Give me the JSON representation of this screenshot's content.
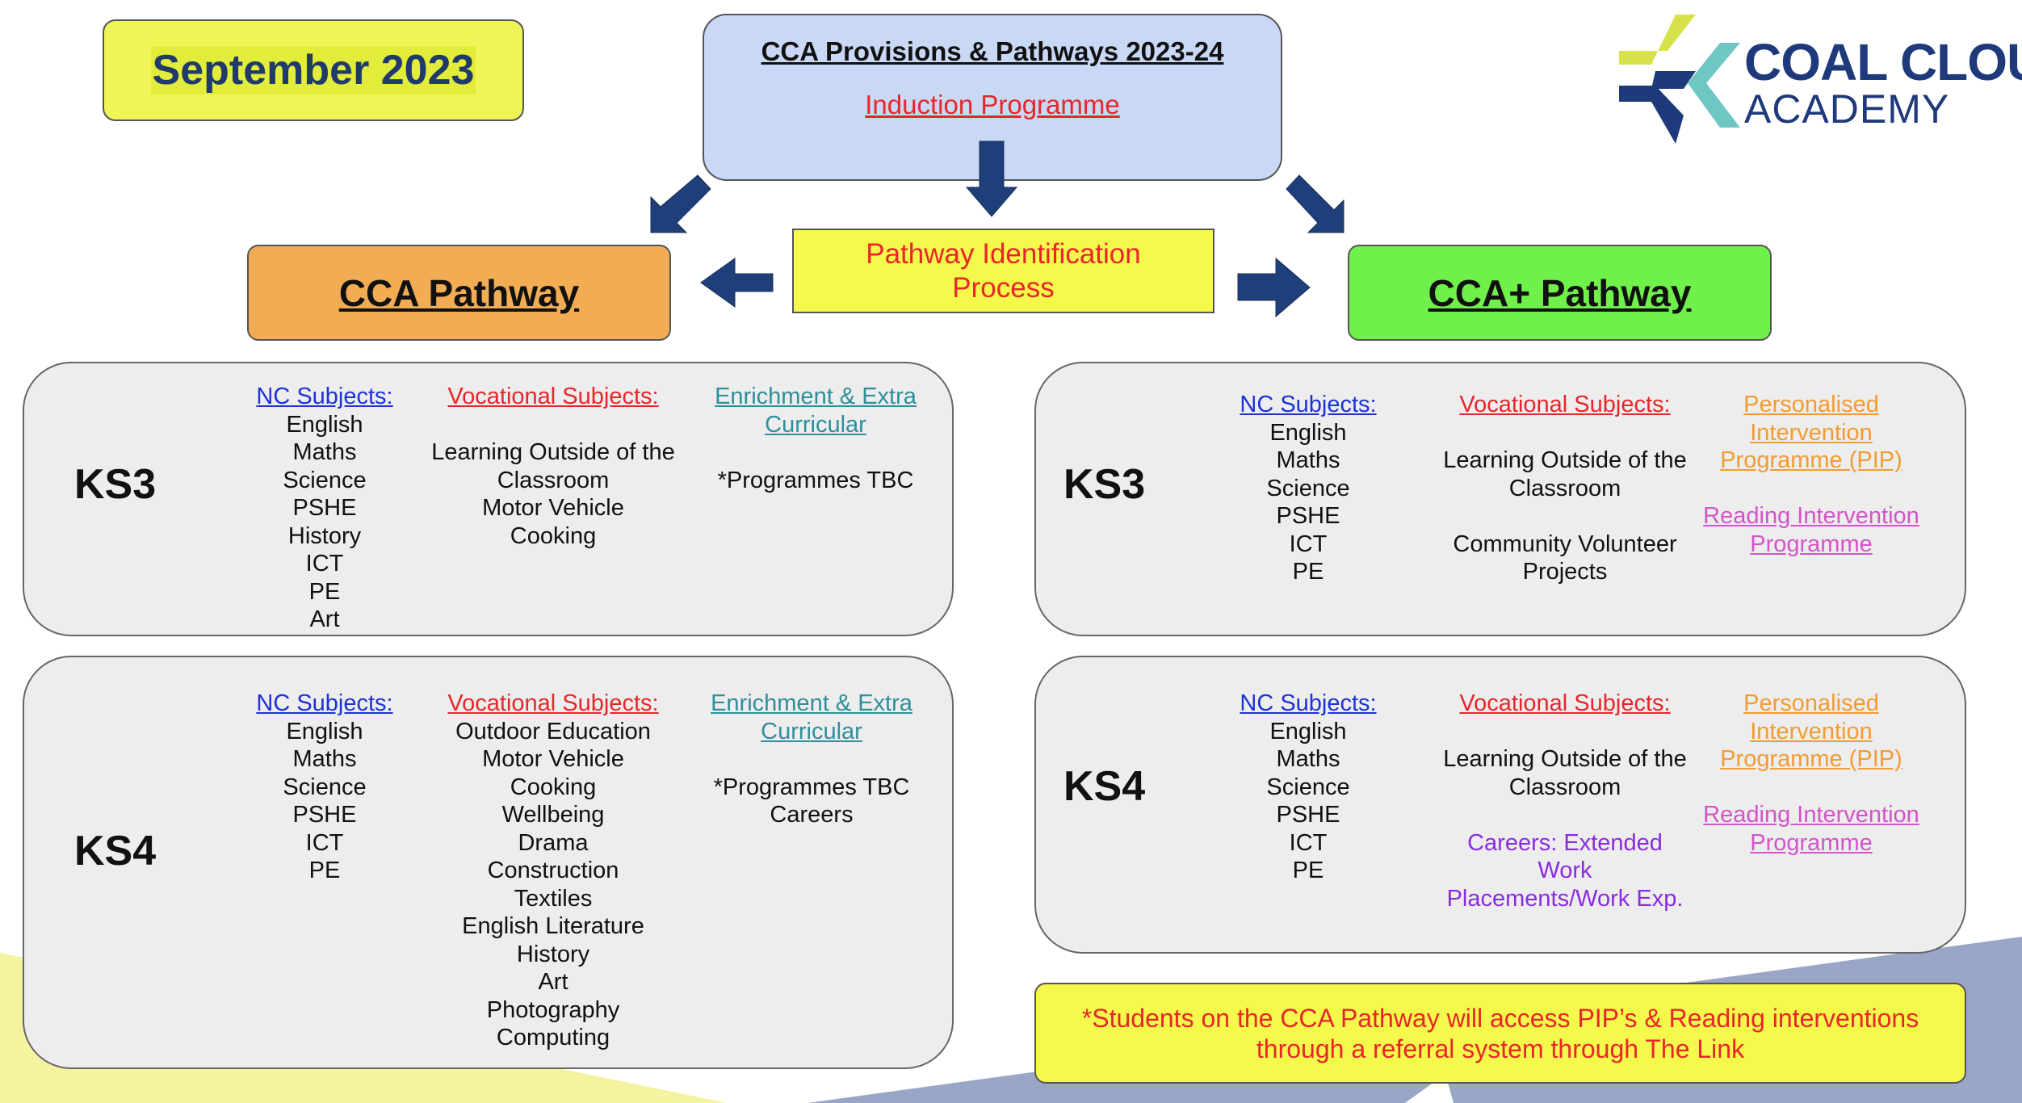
{
  "date_label": "September 2023",
  "header": {
    "title": "CCA Provisions & Pathways 2023-24",
    "induction_link": "Induction Programme"
  },
  "logo": {
    "line1": "COAL CLOUGH",
    "line2": "ACADEMY"
  },
  "pathway_identification": {
    "line1": "Pathway Identification",
    "line2": "Process"
  },
  "cca_pathway": {
    "title": "CCA Pathway",
    "ks3": {
      "label": "KS3",
      "nc_heading": "NC Subjects:",
      "nc_subjects": [
        "English",
        "Maths",
        "Science",
        "PSHE",
        "History",
        "ICT",
        "PE",
        "Art"
      ],
      "voc_heading": "Vocational Subjects:",
      "voc_subjects": [
        "Learning Outside of the",
        "Classroom",
        "Motor Vehicle",
        "Cooking"
      ],
      "enrich_heading_line1": "Enrichment & Extra",
      "enrich_heading_line2": "Curricular",
      "enrich_items": [
        "*Programmes TBC"
      ]
    },
    "ks4": {
      "label": "KS4",
      "nc_heading": "NC Subjects:",
      "nc_subjects": [
        "English",
        "Maths",
        "Science",
        "PSHE",
        "ICT",
        "PE"
      ],
      "voc_heading": "Vocational Subjects:",
      "voc_subjects": [
        "Outdoor Education",
        "Motor Vehicle",
        "Cooking",
        "Wellbeing",
        "Drama",
        "Construction",
        "Textiles",
        "English Literature",
        "History",
        "Art",
        "Photography",
        "Computing"
      ],
      "enrich_heading_line1": "Enrichment & Extra",
      "enrich_heading_line2": "Curricular",
      "enrich_items": [
        "*Programmes TBC",
        "Careers"
      ]
    }
  },
  "cca_plus_pathway": {
    "title": "CCA+ Pathway",
    "ks3": {
      "label": "KS3",
      "nc_heading": "NC Subjects:",
      "nc_subjects": [
        "English",
        "Maths",
        "Science",
        "PSHE",
        "ICT",
        "PE"
      ],
      "voc_heading": "Vocational Subjects:",
      "voc_subjects_a": [
        "Learning Outside of the",
        "Classroom"
      ],
      "voc_subjects_b": [
        "Community Volunteer",
        "Projects"
      ],
      "pip_lines": [
        "Personalised",
        "Intervention",
        "Programme (PIP)"
      ],
      "rip_lines": [
        "Reading Intervention",
        "Programme"
      ]
    },
    "ks4": {
      "label": "KS4",
      "nc_heading": "NC Subjects:",
      "nc_subjects": [
        "English",
        "Maths",
        "Science",
        "PSHE",
        "ICT",
        "PE"
      ],
      "voc_heading": "Vocational Subjects:",
      "voc_subjects_a": [
        "Learning Outside of the",
        "Classroom"
      ],
      "careers_lines": [
        "Careers: Extended",
        "Work",
        "Placements/Work Exp."
      ],
      "pip_lines": [
        "Personalised",
        "Intervention",
        "Programme (PIP)"
      ],
      "rip_lines": [
        "Reading Intervention",
        "Programme"
      ]
    }
  },
  "footnote": {
    "line1": "*Students on the CCA Pathway will access PIP’s & Reading interventions",
    "line2": "through a referral system through The Link"
  },
  "colors": {
    "arrow": "#1f3f7a",
    "nc_heading": "#1c33d6",
    "vocational_heading": "#e8262a",
    "enrichment_heading": "#2f8f9a",
    "pip": "#f29b32",
    "reading": "#d453c9",
    "careers": "#8a2be2"
  }
}
